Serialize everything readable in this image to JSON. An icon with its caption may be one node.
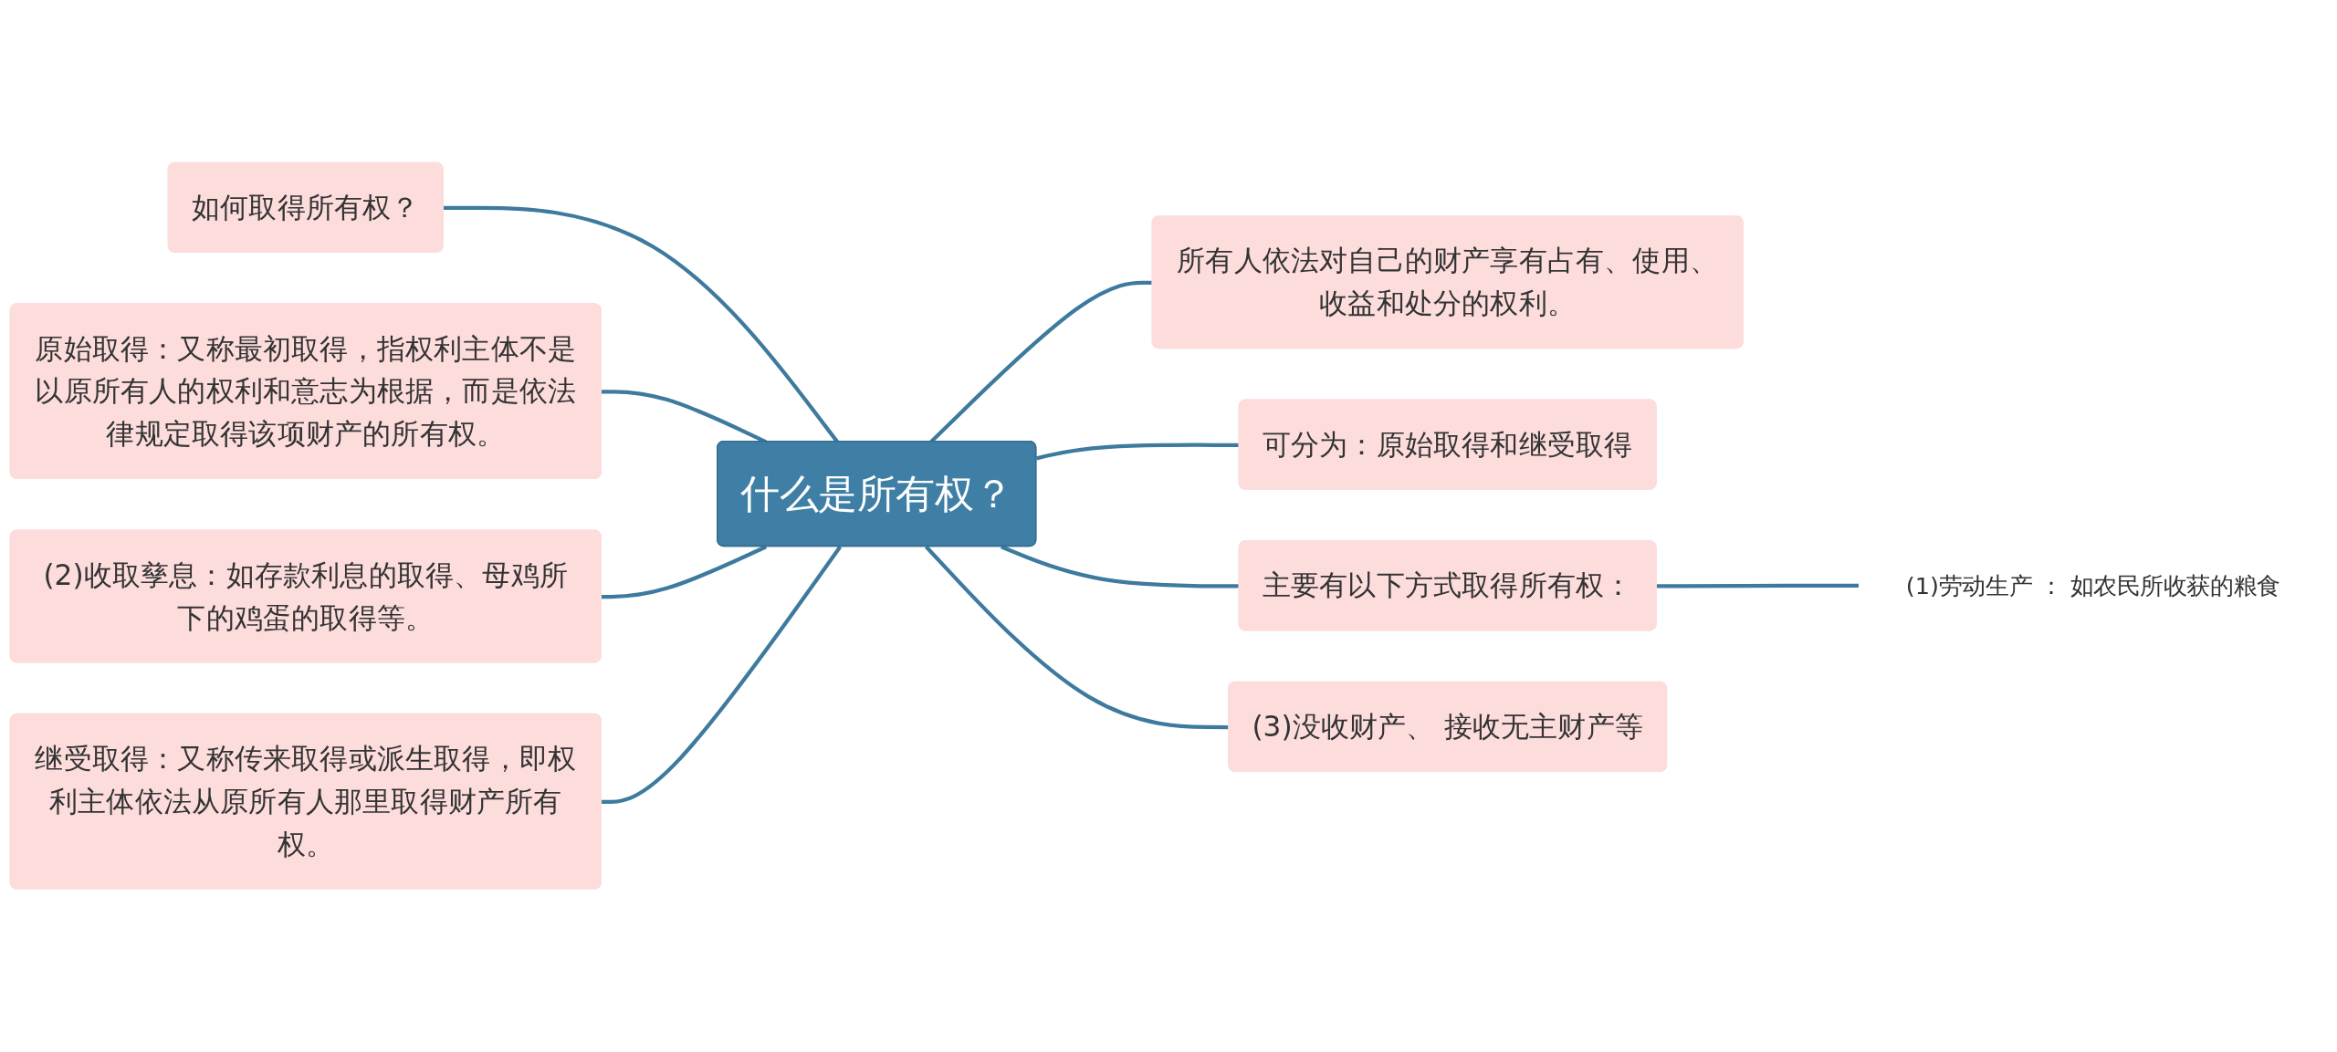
{
  "diagram": {
    "nodes": [
      {
        "text": [
          "什么是所有权？"
        ]
      },
      {
        "text": [
          "如何取得所有权？"
        ]
      },
      {
        "text": [
          "原始取得：又称最初取得，指权利主体不是以原所有人的权利和意志为根据，而是依法律规定取得该项财产的所有权。"
        ]
      },
      {
        "text": [
          "(2)收取孳息：如存款利息的取得、母鸡所下的鸡蛋的取得等。"
        ]
      },
      {
        "text": [
          "继受取得：又称传来取得或派生取得，即权利主体依法从原所有人那里取得财产所有权。"
        ]
      },
      {
        "text": [
          "所有人依法对自己的财产享有占有、使用、收益和处分的权利。"
        ]
      },
      {
        "text": [
          "可分为：原始取得和继受取得"
        ]
      },
      {
        "text": [
          "主要有以下方式取得所有权："
        ]
      },
      {
        "text": [
          "(3)没收财产、 接收无主财产等"
        ]
      },
      {
        "text": [
          "(1)劳动生产 ： 如农民所收获的粮食"
        ]
      }
    ],
    "edges": [
      {
        "from": 1,
        "to": 0,
        "arrow": "none"
      },
      {
        "from": 2,
        "to": 0,
        "arrow": "none"
      },
      {
        "from": 3,
        "to": 0,
        "arrow": "none"
      },
      {
        "from": 4,
        "to": 0,
        "arrow": "none"
      },
      {
        "from": 0,
        "to": 5,
        "arrow": "none"
      },
      {
        "from": 0,
        "to": 6,
        "arrow": "none"
      },
      {
        "from": 0,
        "to": 7,
        "arrow": "none"
      },
      {
        "from": 0,
        "to": 8,
        "arrow": "none"
      },
      {
        "from": 7,
        "to": 9,
        "arrow": "none"
      }
    ]
  }
}
